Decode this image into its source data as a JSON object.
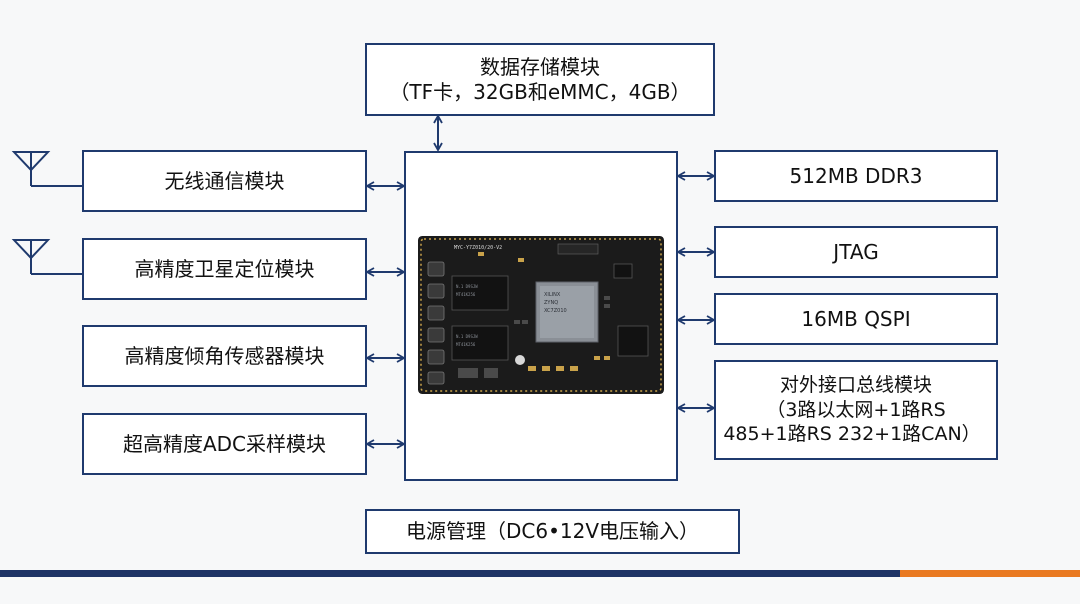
{
  "blocks": {
    "storage": {
      "line1": "数据存储模块",
      "line2": "（TF卡，32GB和eMMC，4GB）"
    },
    "wireless": {
      "label": "无线通信模块"
    },
    "gnss": {
      "label": "高精度卫星定位模块"
    },
    "tilt": {
      "label": "高精度倾角传感器模块"
    },
    "adc": {
      "label": "超高精度ADC采样模块"
    },
    "ddr": {
      "label": "512MB DDR3"
    },
    "jtag": {
      "label": "JTAG"
    },
    "qspi": {
      "label": "16MB QSPI"
    },
    "interface": {
      "line1": "对外接口总线模块",
      "line2": "（3路以太网+1路RS",
      "line3": "485+1路RS 232+1路CAN）"
    },
    "power": {
      "label": "电源管理（DC6•12V电压输入）"
    }
  },
  "colors": {
    "border": "#1f3a6e",
    "arrow": "#1f3a6e",
    "bar_blue": "#1e3466",
    "bar_orange": "#e97a22",
    "pcb": "#1b1b1b",
    "chip_silver": "#8a8f96",
    "gold": "#c9a24a"
  },
  "icons": [
    "antenna-icon",
    "antenna-icon",
    "pcb-board-image"
  ]
}
